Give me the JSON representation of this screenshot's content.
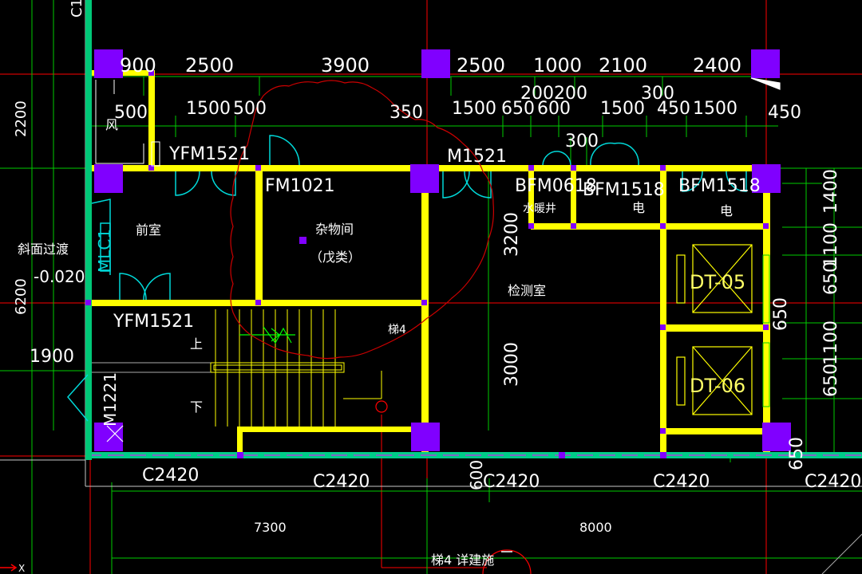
{
  "drawing": {
    "top_dims_row1": [
      "900",
      "2500",
      "3900",
      "2500",
      "1000",
      "2100",
      "2400"
    ],
    "top_dims_row2": [
      "500",
      "1500",
      "500",
      "350",
      "1500",
      "650",
      "600",
      "1500",
      "450",
      "1500",
      "450"
    ],
    "top_dims_row2b": [
      "200",
      "200",
      "300"
    ],
    "stair_gap_dim": "300",
    "left_dims": [
      "2200",
      "6200",
      "1900"
    ],
    "left_axis_label": "C1",
    "slope_label": "斜面过渡",
    "elevation": "-0.020",
    "right_dims": [
      "1400",
      "1100",
      "650",
      "1100",
      "650",
      "650",
      "650"
    ],
    "inner_dims": [
      "3200",
      "3000",
      "600"
    ],
    "bottom_dims": [
      "7300",
      "8000"
    ],
    "window_labels": [
      "C2420",
      "C2420",
      "C2420",
      "C2420",
      "C2420"
    ],
    "door_labels": {
      "yfm_top": "YFM1521",
      "fm1021": "FM1021",
      "m1521": "M1521",
      "bfm0618": "BFM0618",
      "bfm1518_a": "BFM1518",
      "bfm1518_b": "BFM1518",
      "yfm_mid": "YFM1521",
      "mlc": "MLC1",
      "m1221": "M1221"
    },
    "rooms": {
      "wind": "风",
      "vestibule": "前室",
      "storage": "杂物间",
      "storage_class": "（戊类）",
      "inspection": "检测室",
      "shaft": "水暖井",
      "elec_a": "电",
      "elec_b": "电",
      "stair_tag": "梯4",
      "stair_up": "上",
      "stair_down": "下",
      "elevator_a": "DT-05",
      "elevator_b": "DT-06"
    },
    "stair_note": "梯4 详建施",
    "ucs_label": "X",
    "colors": {
      "wall": "#ffff00",
      "column": "#8000ff",
      "grid_red": "#ff0000",
      "dim_green": "#00cc00",
      "door_cyan": "#00d8d8",
      "revision_cloud": "#cc0000"
    }
  }
}
